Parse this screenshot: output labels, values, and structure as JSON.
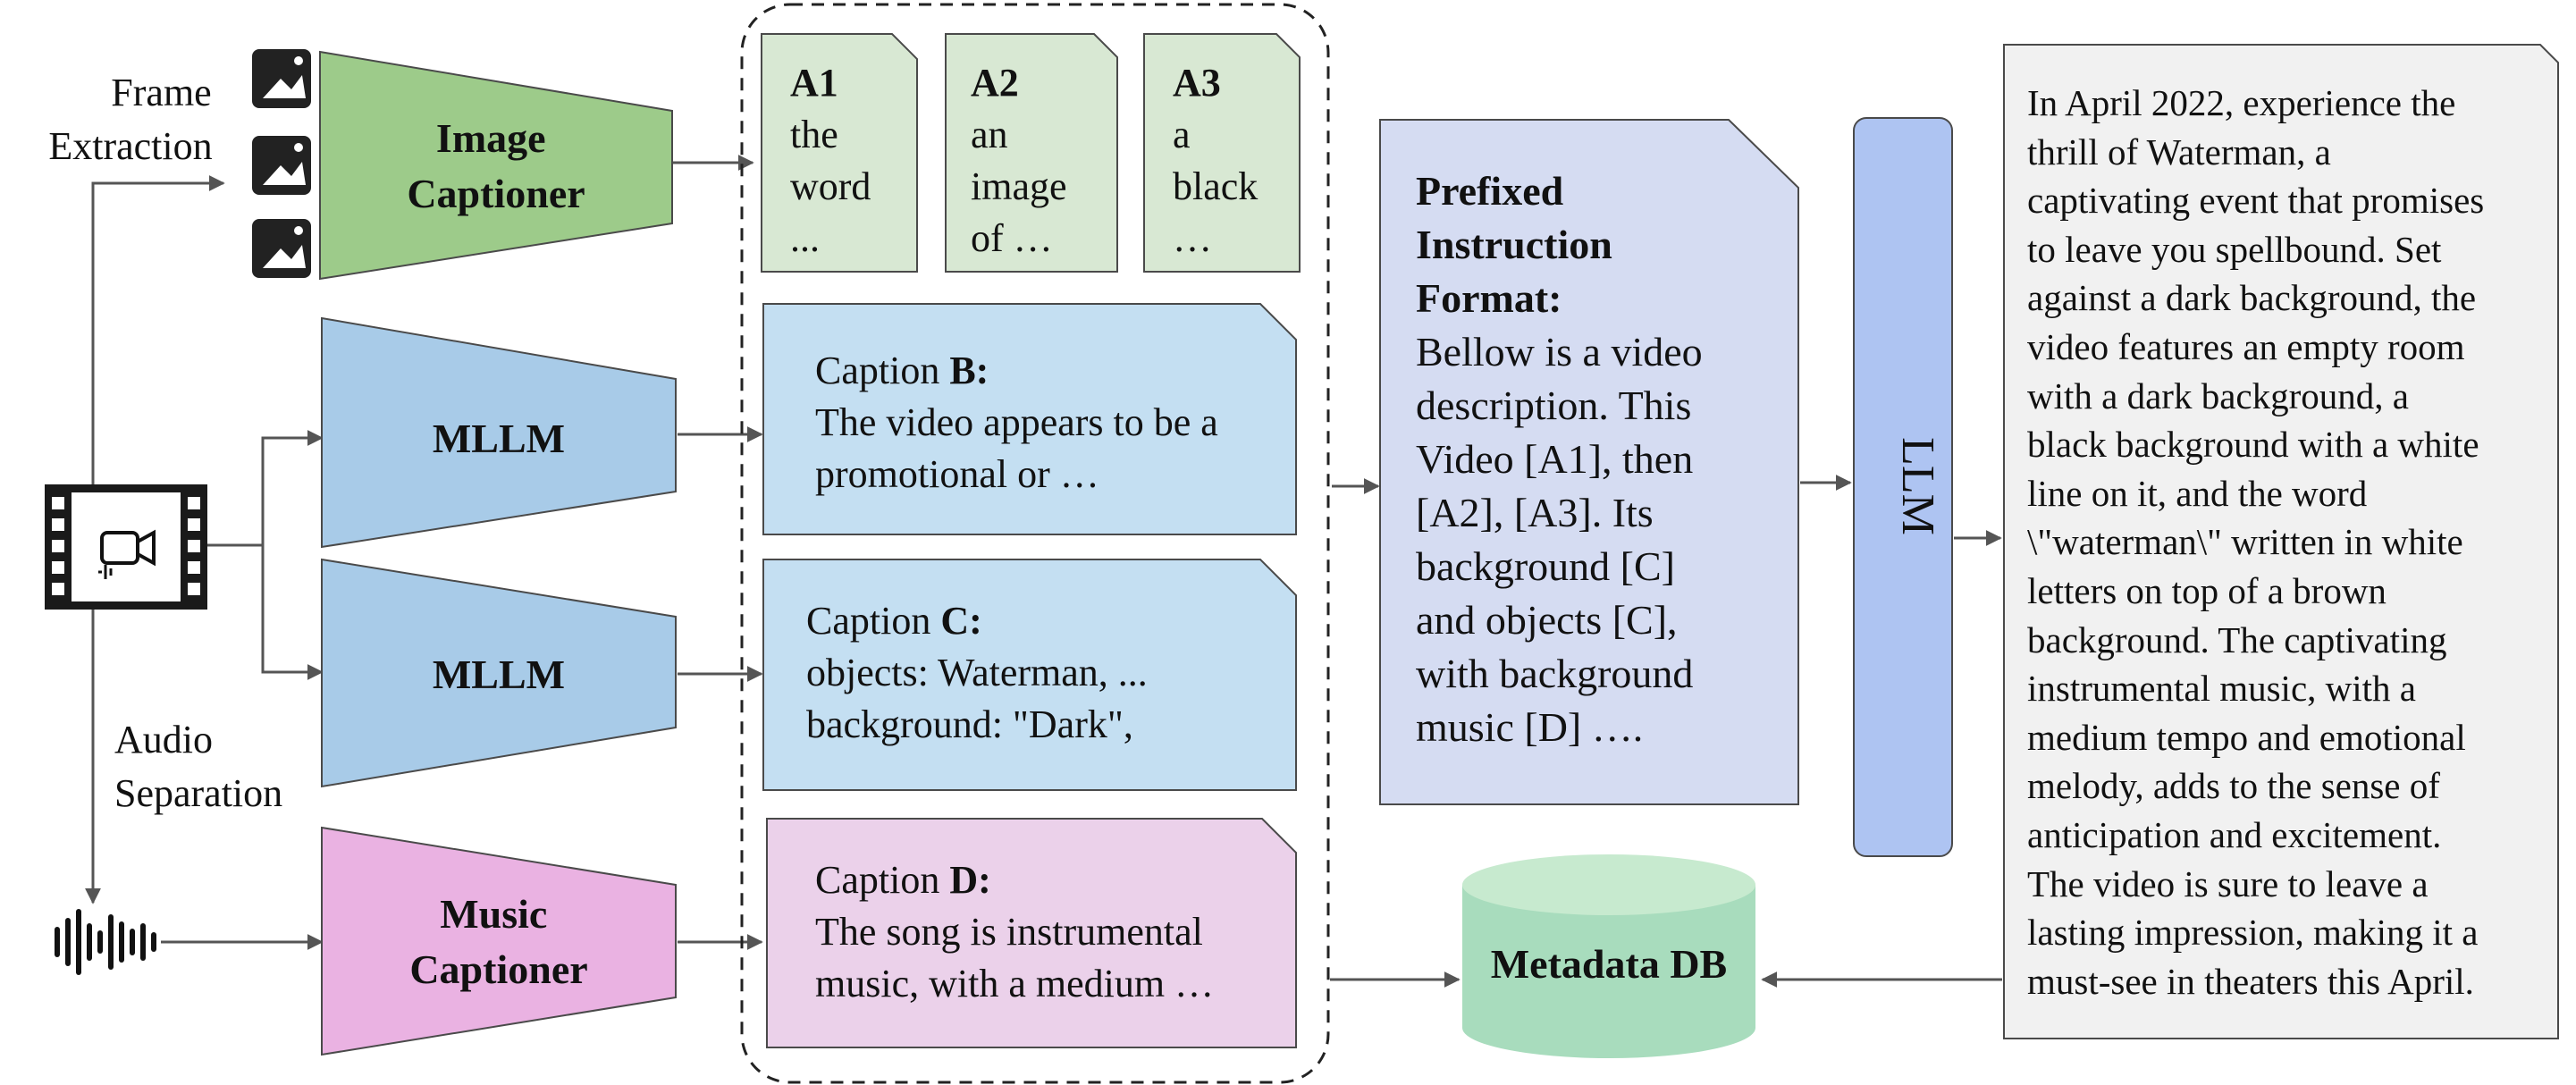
{
  "inputs": {
    "frame_extraction": [
      "Frame",
      "Extraction"
    ],
    "audio_separation": [
      "Audio",
      "Separation"
    ]
  },
  "models": {
    "image_captioner": [
      "Image",
      "Captioner"
    ],
    "mllm_1": "MLLM",
    "mllm_2": "MLLM",
    "music_captioner": [
      "Music",
      "Captioner"
    ]
  },
  "captions": {
    "a1": {
      "label": "A1",
      "text": "the\nword\n..."
    },
    "a2": {
      "label": "A2",
      "text": "an\nimage\nof …"
    },
    "a3": {
      "label": "A3",
      "text": "a\nblack\n…"
    },
    "b": {
      "prefix": "Caption ",
      "label": "B:",
      "text": "The video appears to be a\npromotional or …"
    },
    "c": {
      "prefix": "Caption ",
      "label": "C:",
      "text": "objects:  Waterman, ...\nbackground: \"Dark\","
    },
    "d": {
      "prefix": "Caption ",
      "label": "D:",
      "text": "The song is  instrumental\nmusic, with a medium …"
    }
  },
  "instruction": {
    "title": "Prefixed\nInstruction\nFormat:",
    "body": "Bellow is a video\ndescription. This\nVideo [A1], then\n[A2], [A3]. Its\nbackground [C]\nand objects [C],\nwith background\nmusic [D] …."
  },
  "llm": "LLM",
  "metadata_db": "Metadata DB",
  "output_text": "In April 2022, experience the\nthrill of Waterman, a\ncaptivating event that promises\nto leave you spellbound. Set\nagainst a dark background, the\nvideo features an empty room\nwith a dark background, a\nblack background with a white\nline on it, and the word\n\\\"waterman\\\" written in white\nletters on top of a brown\nbackground. The captivating\ninstrumental music, with a\nmedium tempo and emotional\nmelody, adds to the sense of\nanticipation and excitement.\nThe video is sure to leave a\nlasting impression, making it a\nmust-see in theaters this April.",
  "colors": {
    "image_captioner": "#9dcb8a",
    "mllm": "#a8cbe8",
    "music_captioner": "#eab2e2",
    "a_boxes": "#d8e8d3",
    "caption_bc": "#c4dff2",
    "caption_d": "#ebd1ea",
    "instruction": "#d5dcf2",
    "llm": "#aec4f2",
    "db": "#a8dcbd",
    "output": "#f1f1f1",
    "stroke": "#4a4a4a"
  }
}
